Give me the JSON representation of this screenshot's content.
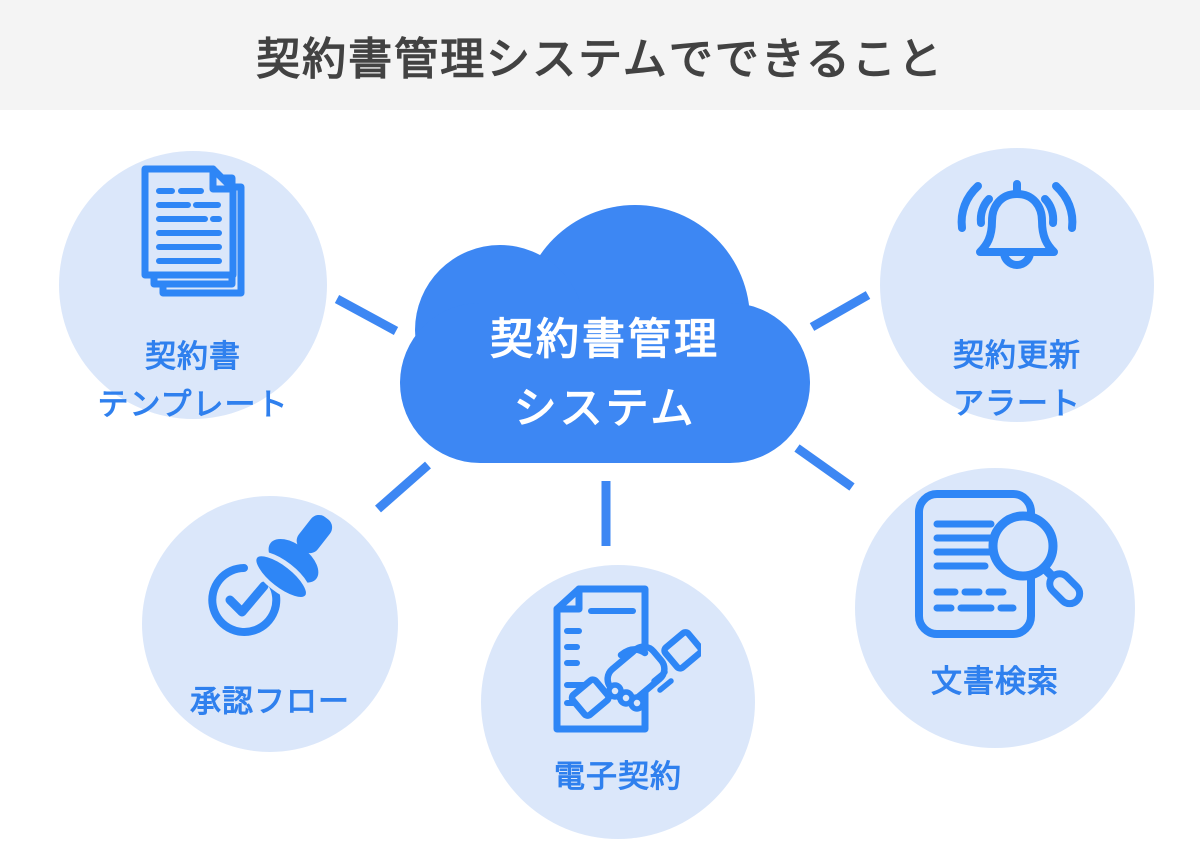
{
  "header": {
    "title": "契約書管理システムでできること"
  },
  "center": {
    "icon": "cloud-icon",
    "title_line1": "契約書管理",
    "title_line2": "システム"
  },
  "features": [
    {
      "id": "contract-template",
      "icon": "document-stack-icon",
      "label_line1": "契約書",
      "label_line2": "テンプレート"
    },
    {
      "id": "renewal-alert",
      "icon": "bell-icon",
      "label_line1": "契約更新",
      "label_line2": "アラート"
    },
    {
      "id": "approval-flow",
      "icon": "stamp-check-icon",
      "label_line1": "承認フロー"
    },
    {
      "id": "e-contract",
      "icon": "handshake-document-icon",
      "label_line1": "電子契約"
    },
    {
      "id": "document-search",
      "icon": "document-search-icon",
      "label_line1": "文書検索"
    }
  ],
  "colors": {
    "accent_blue": "#3D87F3",
    "icon_stroke_blue": "#2E86F6",
    "circle_background": "#DBE7FA",
    "label_text": "#2F80EE",
    "header_background": "#F4F4F4",
    "header_text": "#424242",
    "cloud_text": "#FFFFFF"
  }
}
